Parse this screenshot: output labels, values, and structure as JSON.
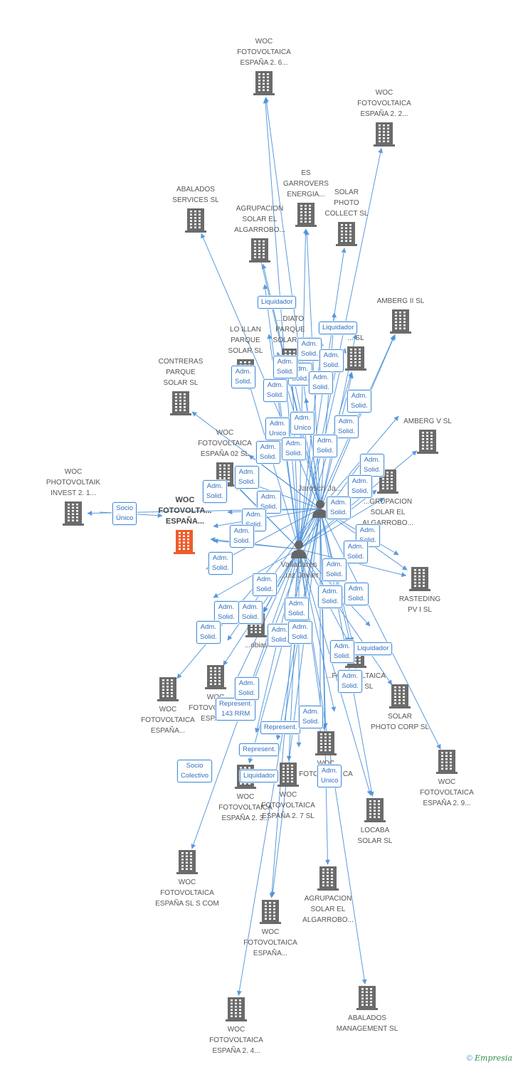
{
  "colors": {
    "edge": "#4a90d9",
    "building": "#6b6b6b",
    "main_building": "#ef5b2b",
    "person": "#666666"
  },
  "main_node": {
    "id": "main",
    "label": "WOC\nFOTOVOLTA...\nESPAÑA..."
  },
  "companies": [
    {
      "id": "c1",
      "label": "WOC\nFOTOVOLTAICA\nESPAÑA 2. 6..."
    },
    {
      "id": "c2",
      "label": "WOC\nFOTOVOLTAICA\nESPAÑA 2. 2..."
    },
    {
      "id": "c3",
      "label": "ABALADOS\nSERVICES SL"
    },
    {
      "id": "c4",
      "label": "ES\nGARROVERS\nENERGIA..."
    },
    {
      "id": "c5",
      "label": "AGRUPACION\nSOLAR EL\nALGARROBO..."
    },
    {
      "id": "c6",
      "label": "SOLAR\nPHOTO\nCOLLECT SL"
    },
    {
      "id": "c7",
      "label": "AMBERG II SL"
    },
    {
      "id": "c8",
      "label": "LO ILLAN\nPARQUE\nSOLAR SL"
    },
    {
      "id": "c9",
      "label": "...DIATO\nPARQUE\nSOLAR SL"
    },
    {
      "id": "c10",
      "label": "... SL"
    },
    {
      "id": "c11",
      "label": "CONTRERAS\nPARQUE\nSOLAR SL"
    },
    {
      "id": "c12",
      "label": "AMBERG V SL"
    },
    {
      "id": "c13",
      "label": "WOC\nFOTOVOLTAICA\nESPAÑA 02 SL"
    },
    {
      "id": "c14",
      "label": "...GRUPACION\nSOLAR EL\nALGARROBO..."
    },
    {
      "id": "c15",
      "label": "WOC\nPHOTOVOLTAIK\nINVEST 2. 1..."
    },
    {
      "id": "c16",
      "label": "RASTEDING\nPV I SL"
    },
    {
      "id": "c17",
      "label": "WOC\nFOTOVOLTAICA\nESPAÑA..."
    },
    {
      "id": "c18",
      "label": "WOC\nFOTOVOLTAICA\nESPAÑ..."
    },
    {
      "id": "c19",
      "label": "...FOTOVOLTAICA\n...A 2. 5 SL"
    },
    {
      "id": "c20",
      "label": "SOLAR\nPHOTO CORP SL"
    },
    {
      "id": "c21",
      "label": "WOC\nFOTOVOLTAICA\nESPAÑA 2. 9..."
    },
    {
      "id": "c22",
      "label": "WOC\nFOTOVOLTAICA\nESP..."
    },
    {
      "id": "c23",
      "label": "WOC\nFOTOVOLTAICA\nESPAÑA 2. 3..."
    },
    {
      "id": "c24",
      "label": "WOC\nFOTOVOLTAICA\nESPAÑA 2. 7 SL"
    },
    {
      "id": "c25",
      "label": "LOCABA\nSOLAR SL"
    },
    {
      "id": "c26",
      "label": "WOC\nFOTOVOLTAICA\nESPAÑA SL S COM"
    },
    {
      "id": "c27",
      "label": "AGRUPACION\nSOLAR EL\nALGARROBO..."
    },
    {
      "id": "c28",
      "label": "WOC\nFOTOVOLTAICA\nESPAÑA..."
    },
    {
      "id": "c29",
      "label": "WOC\nFOTOVOLTAICA\nESPAÑA 2. 4..."
    },
    {
      "id": "c30",
      "label": "ABALADOS\nMANAGEMENT SL"
    },
    {
      "id": "c31",
      "label": "...obias"
    }
  ],
  "persons": [
    {
      "id": "p1",
      "label": "Jarosch Ja..."
    },
    {
      "id": "p2",
      "label": "Valladares\n...uiz Javier"
    }
  ],
  "relations": [
    {
      "id": "r1",
      "text": "Socio\nÚnico"
    },
    {
      "id": "r2",
      "text": "Liquidador"
    },
    {
      "id": "r3",
      "text": "Liquidador"
    },
    {
      "id": "r4",
      "text": "Adm.\nSolid."
    },
    {
      "id": "r5",
      "text": "Adm.\nSolid."
    },
    {
      "id": "r6",
      "text": "Adm.\nSolid."
    },
    {
      "id": "r7",
      "text": "Adm.\nSolid."
    },
    {
      "id": "r8",
      "text": "Adm.\nSolid."
    },
    {
      "id": "r9",
      "text": "Adm.\nSolid."
    },
    {
      "id": "r10",
      "text": "Adm.\nSolid."
    },
    {
      "id": "r11",
      "text": "Adm.\nSolid."
    },
    {
      "id": "r12",
      "text": "Adm.\nUnico"
    },
    {
      "id": "r13",
      "text": "Adm.\nUnico"
    },
    {
      "id": "r14",
      "text": "Adm.\nSolid."
    },
    {
      "id": "r15",
      "text": "Adm.\nSolid."
    },
    {
      "id": "r16",
      "text": "Adm.\nSolid."
    },
    {
      "id": "r17",
      "text": "Adm.\nSolid."
    },
    {
      "id": "r18",
      "text": "Adm.\nSolid."
    },
    {
      "id": "r19",
      "text": "Adm.\nSolid."
    },
    {
      "id": "r20",
      "text": "Adm.\nSolid."
    },
    {
      "id": "r21",
      "text": "Adm.\nSolid."
    },
    {
      "id": "r22",
      "text": "Adm.\nSolid."
    },
    {
      "id": "r23",
      "text": "Adm.\nSolid."
    },
    {
      "id": "r24",
      "text": "Adm.\nSolid."
    },
    {
      "id": "r25",
      "text": "Adm.\nSolid."
    },
    {
      "id": "r26",
      "text": "Adm.\nSolid."
    },
    {
      "id": "r27",
      "text": "Adm.\nSolid."
    },
    {
      "id": "r28",
      "text": "Adm.\nSolid."
    },
    {
      "id": "r29",
      "text": "Adm.\nSolid."
    },
    {
      "id": "r30",
      "text": "Adm.\nSolid."
    },
    {
      "id": "r31",
      "text": "Adm.\nSolid."
    },
    {
      "id": "r32",
      "text": "Adm.\nSolid."
    },
    {
      "id": "r33",
      "text": "Adm.\nSolid."
    },
    {
      "id": "r34",
      "text": "Adm.\nSolid."
    },
    {
      "id": "r35",
      "text": "Adm.\nSolid."
    },
    {
      "id": "r36",
      "text": "Adm.\nSolid."
    },
    {
      "id": "r37",
      "text": "Liquidador"
    },
    {
      "id": "r38",
      "text": "Adm.\nSolid."
    },
    {
      "id": "r39",
      "text": "Adm.\nSolid."
    },
    {
      "id": "r40",
      "text": "Represent.\n143 RRM"
    },
    {
      "id": "r41",
      "text": "Adm.\nSolid."
    },
    {
      "id": "r42",
      "text": "Represent."
    },
    {
      "id": "r43",
      "text": "Represent."
    },
    {
      "id": "r44",
      "text": "Socio\nColectivo"
    },
    {
      "id": "r45",
      "text": "Liquidador"
    },
    {
      "id": "r46",
      "text": "Adm.\nUnico"
    },
    {
      "id": "r47",
      "text": "Adm.\nSolid."
    },
    {
      "id": "r48",
      "text": "Adm.\nSolid."
    },
    {
      "id": "r49",
      "text": "Adm.\nSolid."
    }
  ],
  "footer": {
    "copyright": "©",
    "brand": "Empresia"
  }
}
